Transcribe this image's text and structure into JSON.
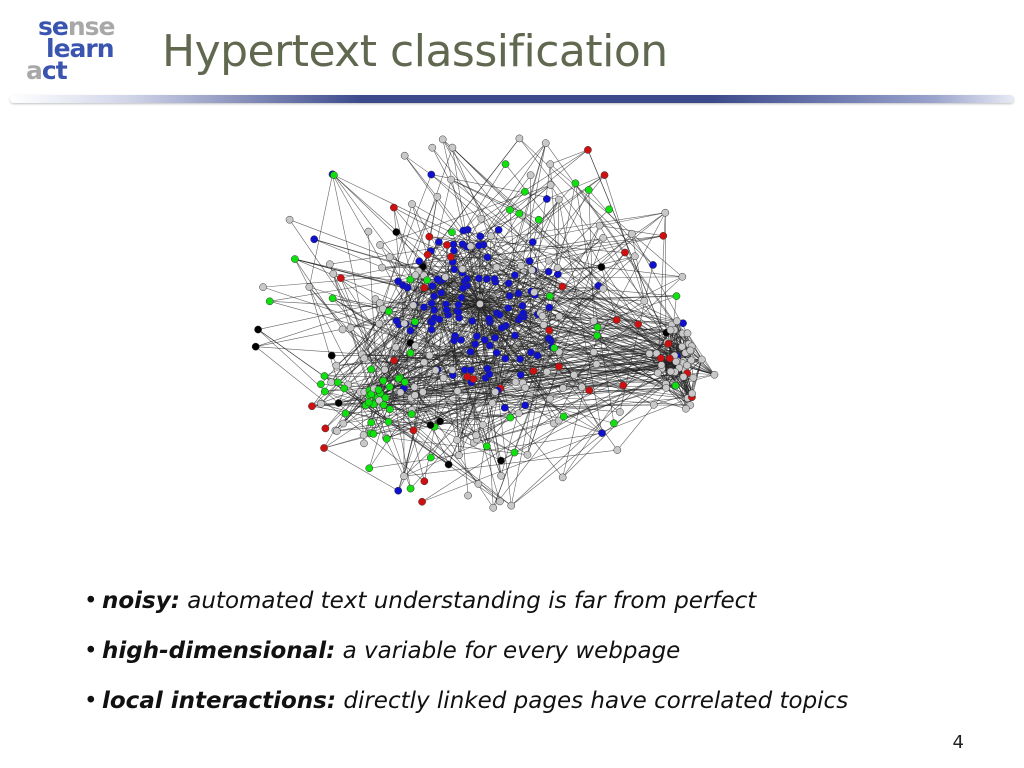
{
  "logo": {
    "line1": {
      "a": "se",
      "b": "nse"
    },
    "line2": {
      "a": "learn"
    },
    "line3": {
      "a": "a",
      "b": "ct"
    }
  },
  "title": "Hypertext classification",
  "figure": {
    "description_icon": "network-graph-icon",
    "node_colors": [
      "#1010d0",
      "#d01010",
      "#10e010",
      "#000000",
      "#c8c8c8"
    ]
  },
  "bullets": [
    {
      "term": "noisy:",
      "text": " automated text understanding is far from perfect"
    },
    {
      "term": "high-dimensional:",
      "text": " a variable for every webpage"
    },
    {
      "term": "local interactions:",
      "text": " directly linked pages have correlated topics"
    }
  ],
  "page_number": "4"
}
